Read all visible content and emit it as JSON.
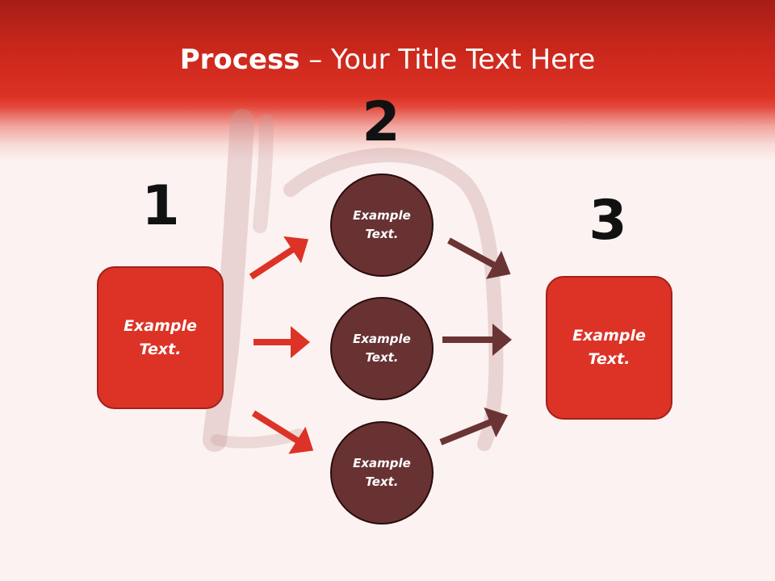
{
  "title": {
    "bold": "Process",
    "rest": " – Your Title Text Here"
  },
  "steps": {
    "one": "1",
    "two": "2",
    "three": "3"
  },
  "left_box": {
    "text": "Example\nText."
  },
  "right_box": {
    "text": "Example\nText."
  },
  "circles": [
    {
      "text": "Example\nText."
    },
    {
      "text": "Example\nText."
    },
    {
      "text": "Example\nText."
    }
  ],
  "colors": {
    "header_red": "#dc3224",
    "box_red": "#dc3326",
    "circle_brown": "#683232",
    "arrow_red": "#dc3326",
    "arrow_brown": "#6a3434"
  }
}
